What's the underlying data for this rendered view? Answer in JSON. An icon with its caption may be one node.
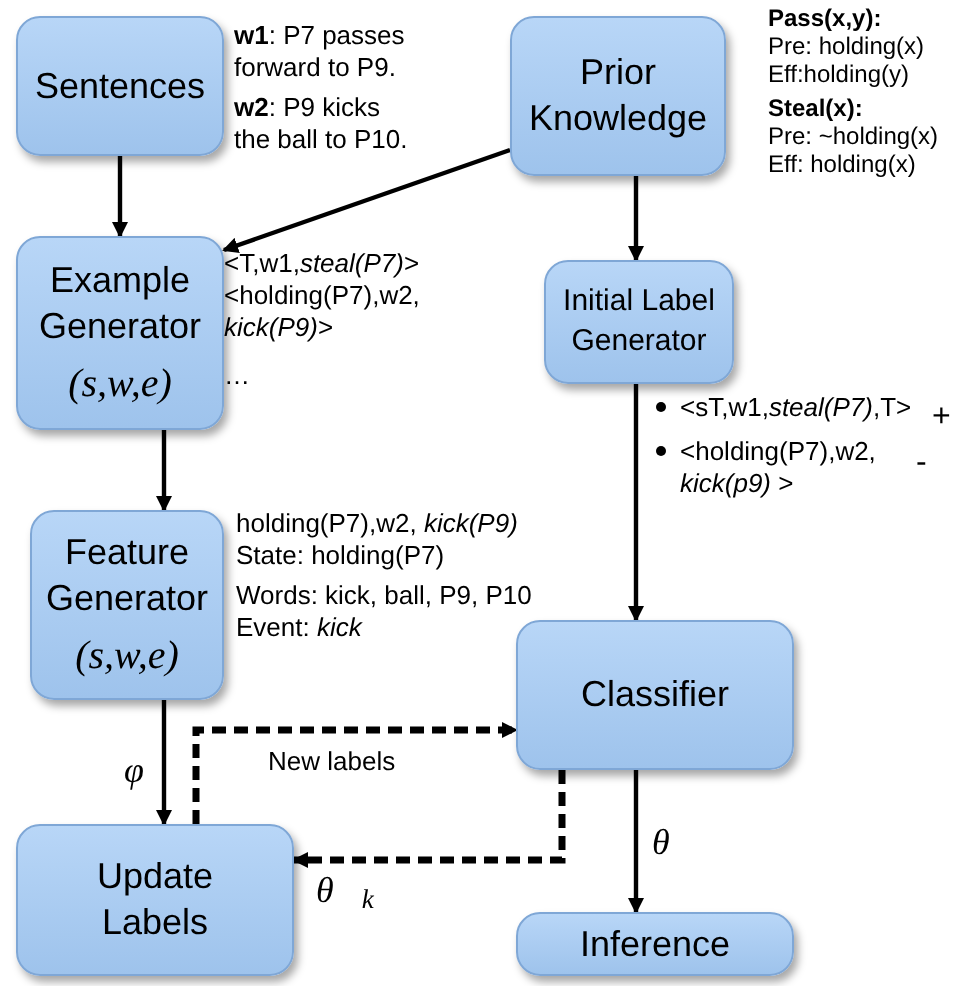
{
  "diagram": {
    "nodes": [
      {
        "text": [
          "Sentences"
        ],
        "beside": [
          "**w1**: P7 passes forward to P9.",
          "**w2**: P9 kicks the ball to P10."
        ]
      },
      {
        "text": [
          "Prior Knowledge"
        ]
      },
      {
        "text": [
          "Example Generator",
          "(s,w,e)"
        ],
        "beside": [
          "<T,w1,*steal(P7)*>",
          "<holding(P7),w2, *kick(P9)*>",
          "…"
        ]
      },
      {
        "text": [
          "Initial Label Generator"
        ],
        "beside": [
          "<sT,w1,*steal(P7)*,T>",
          "<holding(P7),w2, *kick(p9)* >"
        ]
      },
      {
        "text": [
          "Feature Generator",
          "(s,w,e)"
        ],
        "beside": [
          "holding(P7),w2, *kick(P9)*",
          "State: holding(P7)",
          "Words: kick, ball, P9, P10",
          "Event: *kick*"
        ]
      },
      {
        "text": [
          "Classifier"
        ]
      },
      {
        "text": [
          "Update Labels"
        ]
      },
      {
        "text": [
          "Inference"
        ]
      }
    ],
    "edges": [
      {
        "from": 0,
        "to": 2,
        "arrow": "to"
      },
      {
        "from": 1,
        "to": 2,
        "arrow": "to"
      },
      {
        "from": 1,
        "to": 3,
        "arrow": "to"
      },
      {
        "from": 2,
        "to": 4,
        "arrow": "to"
      },
      {
        "from": 3,
        "to": 5,
        "arrow": "to"
      },
      {
        "from": 4,
        "to": 6,
        "arrow": "to",
        "label": "φ⃗"
      },
      {
        "from": 6,
        "to": 5,
        "arrow": "to",
        "style": "dashed",
        "label": "New labels"
      },
      {
        "from": 5,
        "to": 6,
        "arrow": "to",
        "style": "dashed",
        "label": "θ⃗$_{k}$"
      },
      {
        "from": 5,
        "to": 7,
        "arrow": "to",
        "label": "θ⃗"
      }
    ],
    "labels": [
      "Pass(x,y):",
      "Pre: holding(x)",
      "Eff:holding(y)",
      "Steal(x):",
      "Pre: ~holding(x)",
      "Eff: holding(x)",
      "+",
      "-"
    ]
  }
}
